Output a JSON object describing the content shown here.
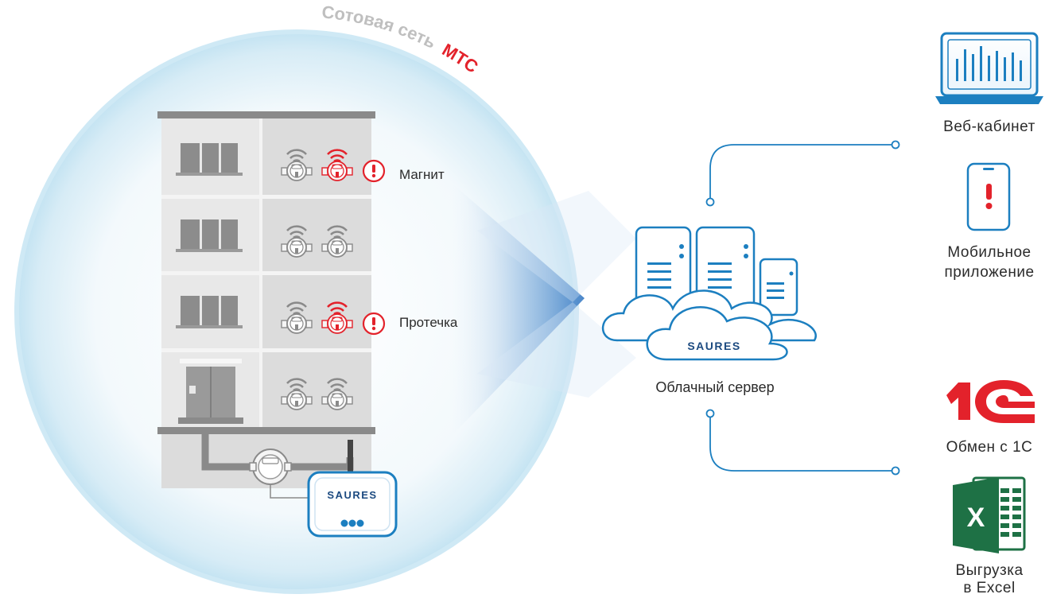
{
  "network_label": {
    "prefix": "Сотовая сеть",
    "operator": "МТС"
  },
  "building": {
    "meters": [
      {
        "floor": 1,
        "alert": true,
        "alert_label": "Магнит"
      },
      {
        "floor": 2,
        "alert": false
      },
      {
        "floor": 3,
        "alert": true,
        "alert_label": "Протечка"
      },
      {
        "floor": 4,
        "alert": false
      }
    ],
    "device_brand": "SAURES"
  },
  "cloud": {
    "brand": "SAURES",
    "label": "Облачный сервер"
  },
  "outputs": {
    "web": "Веб-кабинет",
    "mobile_line1": "Мобильное",
    "mobile_line2": "приложение",
    "onec": "Обмен с 1С",
    "excel_line1": "Выгрузка",
    "excel_line2": "в Excel",
    "excel_letter": "X"
  },
  "colors": {
    "accent_blue": "#1c7fc0",
    "alert_red": "#e3222b",
    "building_grey": "#e1e1e1",
    "excel_green": "#1e7145"
  }
}
